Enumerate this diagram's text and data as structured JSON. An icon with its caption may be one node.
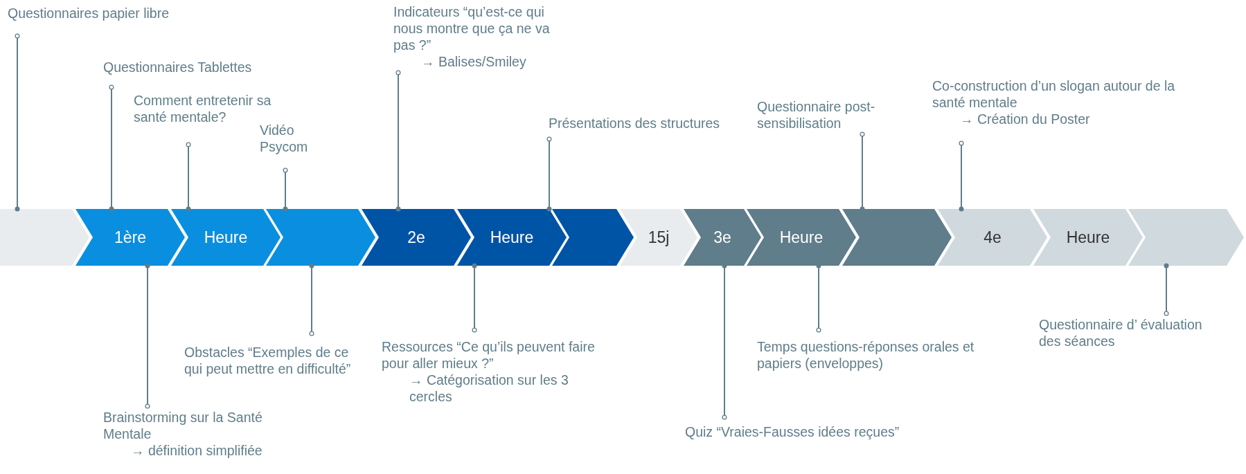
{
  "diagram": {
    "nodes": [
      {
        "text": [],
        "shape": "chevron"
      },
      {
        "text": [
          "1ère"
        ]
      },
      {
        "text": [
          "Heure"
        ]
      },
      {
        "text": [],
        "shape": "chevron"
      },
      {
        "text": [
          "2e"
        ]
      },
      {
        "text": [
          "Heure"
        ]
      },
      {
        "text": [],
        "shape": "chevron"
      },
      {
        "text": [
          "15j"
        ]
      },
      {
        "text": [
          "3e"
        ]
      },
      {
        "text": [
          "Heure"
        ]
      },
      {
        "text": [],
        "shape": "chevron"
      },
      {
        "text": [
          "4e"
        ]
      },
      {
        "text": [
          "Heure"
        ]
      },
      {
        "text": [],
        "shape": "chevron"
      },
      {
        "text": [
          "Questionnaires papier libre"
        ]
      },
      {
        "text": [
          "Questionnaires Tablettes"
        ]
      },
      {
        "text": [
          "Comment entretenir sa santé mentale?"
        ]
      },
      {
        "text": [
          "Vidéo Psycom"
        ]
      },
      {
        "text": [
          "Indicateurs “qu’est-ce qui nous montre que ça ne va pas ?”",
          "→ Balises/Smiley"
        ]
      },
      {
        "text": [
          "Présentations des structures"
        ]
      },
      {
        "text": [
          "Questionnaire post-sensibilisation"
        ]
      },
      {
        "text": [
          "Co-construction d’un slogan autour de la santé mentale",
          "→ Création du Poster"
        ]
      },
      {
        "text": [
          "Brainstorming sur la Santé Mentale",
          "→ définition simplifiée"
        ]
      },
      {
        "text": [
          "Obstacles “Exemples de ce qui peut mettre en difficulté”"
        ]
      },
      {
        "text": [
          "Ressources “Ce qu’ils peuvent faire pour aller mieux ?”",
          "→ Catégorisation sur les 3 cercles"
        ]
      },
      {
        "text": [
          "Quiz “Vraies-Fausses idées reçues”"
        ]
      },
      {
        "text": [
          "Temps questions-réponses orales et papiers (enveloppes)"
        ]
      },
      {
        "text": [
          "Questionnaire d’ évaluation des séances"
        ]
      }
    ],
    "edges": [
      {
        "from": 14,
        "to": 0,
        "arrow": "other"
      },
      {
        "from": 15,
        "to": 1,
        "arrow": "other"
      },
      {
        "from": 16,
        "to": 2,
        "arrow": "other"
      },
      {
        "from": 17,
        "to": 3,
        "arrow": "other"
      },
      {
        "from": 18,
        "to": 4,
        "arrow": "other"
      },
      {
        "from": 19,
        "to": 5,
        "arrow": "other"
      },
      {
        "from": 20,
        "to": 10,
        "arrow": "other"
      },
      {
        "from": 21,
        "to": 11,
        "arrow": "other"
      },
      {
        "from": 22,
        "to": 1,
        "arrow": "other"
      },
      {
        "from": 23,
        "to": 3,
        "arrow": "other"
      },
      {
        "from": 24,
        "to": 5,
        "arrow": "other"
      },
      {
        "from": 25,
        "to": 8,
        "arrow": "other"
      },
      {
        "from": 26,
        "to": 9,
        "arrow": "other"
      },
      {
        "from": 27,
        "to": 13,
        "arrow": "other"
      }
    ]
  }
}
